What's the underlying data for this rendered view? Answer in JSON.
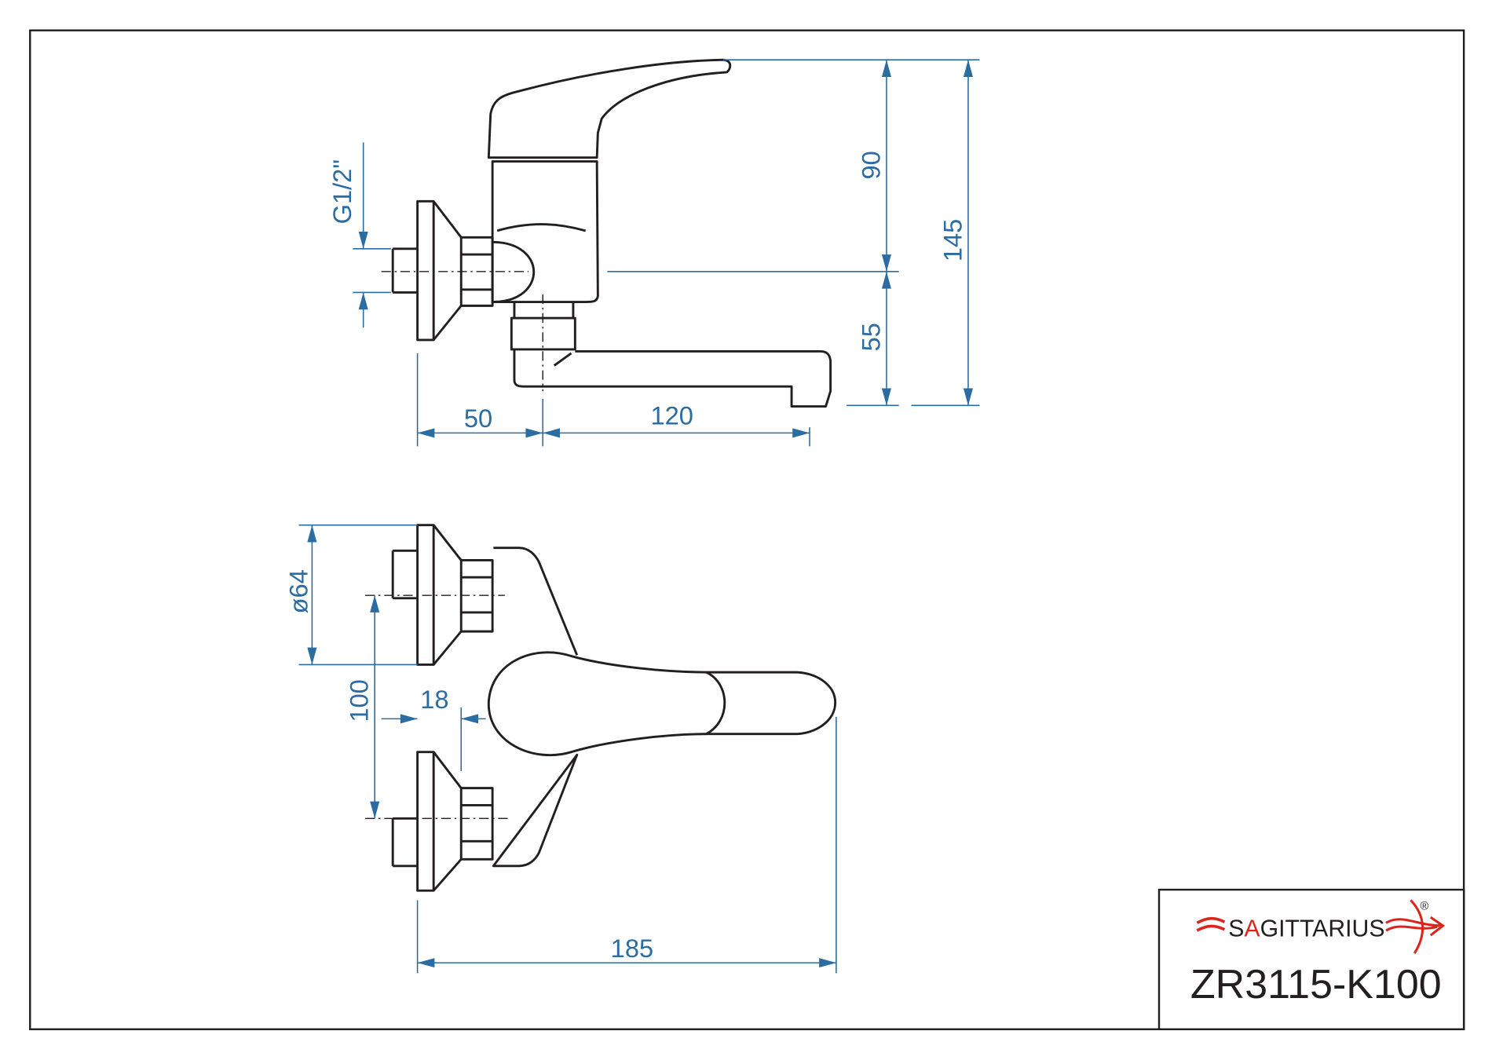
{
  "title_block": {
    "brand_prefix": "S",
    "brand_accent": "A",
    "brand_rest": "GITTARIUS",
    "registered_mark": "®",
    "model": "ZR3115-K100"
  },
  "dimensions": {
    "thread": "G1/2\"",
    "handle_height": "90",
    "spout_height": "55",
    "total_height": "145",
    "wall_offset": "50",
    "spout_reach": "120",
    "flange_diameter": "ø64",
    "inlet_spacing": "100",
    "inlet_depth": "18",
    "total_length": "185"
  },
  "colors": {
    "dimension": "#2b6ca3",
    "line": "#231f20",
    "brand_red": "#d9261c"
  }
}
